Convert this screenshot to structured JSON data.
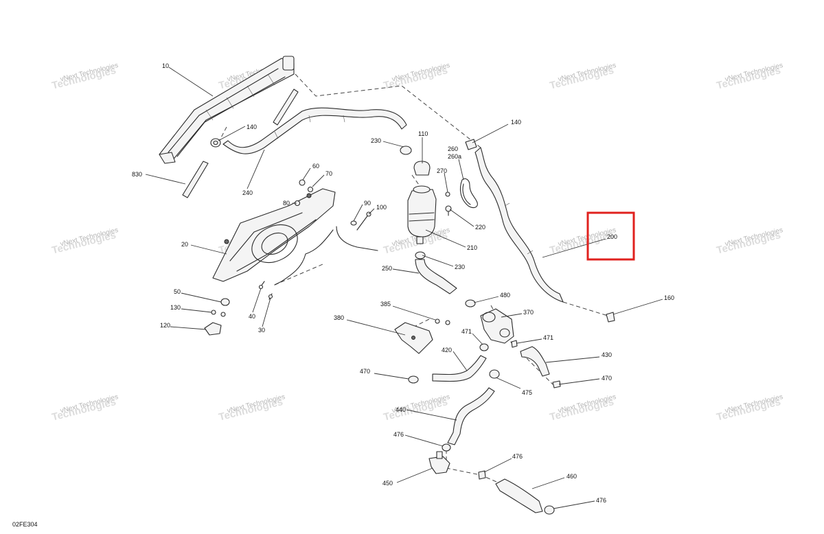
{
  "document_code": "02FE304",
  "watermark": {
    "line1": "vNext Technologies",
    "line2": "Technologies"
  },
  "callouts": [
    {
      "id": "c10",
      "label": "10"
    },
    {
      "id": "c140a",
      "label": "140"
    },
    {
      "id": "c140b",
      "label": "140"
    },
    {
      "id": "c830",
      "label": "830"
    },
    {
      "id": "c240",
      "label": "240"
    },
    {
      "id": "c230a",
      "label": "230"
    },
    {
      "id": "c110",
      "label": "110"
    },
    {
      "id": "c260",
      "label": "260"
    },
    {
      "id": "c260a",
      "label": "260a"
    },
    {
      "id": "c270",
      "label": "270"
    },
    {
      "id": "c60",
      "label": "60"
    },
    {
      "id": "c70",
      "label": "70"
    },
    {
      "id": "c80",
      "label": "80"
    },
    {
      "id": "c90",
      "label": "90"
    },
    {
      "id": "c100",
      "label": "100"
    },
    {
      "id": "c220",
      "label": "220"
    },
    {
      "id": "c200",
      "label": "200"
    },
    {
      "id": "c20",
      "label": "20"
    },
    {
      "id": "c210",
      "label": "210"
    },
    {
      "id": "c230b",
      "label": "230"
    },
    {
      "id": "c250",
      "label": "250"
    },
    {
      "id": "c50",
      "label": "50"
    },
    {
      "id": "c130",
      "label": "130"
    },
    {
      "id": "c120",
      "label": "120"
    },
    {
      "id": "c40",
      "label": "40"
    },
    {
      "id": "c30",
      "label": "30"
    },
    {
      "id": "c385",
      "label": "385"
    },
    {
      "id": "c380",
      "label": "380"
    },
    {
      "id": "c480",
      "label": "480"
    },
    {
      "id": "c370",
      "label": "370"
    },
    {
      "id": "c160",
      "label": "160"
    },
    {
      "id": "c471a",
      "label": "471"
    },
    {
      "id": "c471b",
      "label": "471"
    },
    {
      "id": "c420",
      "label": "420"
    },
    {
      "id": "c430",
      "label": "430"
    },
    {
      "id": "c470a",
      "label": "470"
    },
    {
      "id": "c470b",
      "label": "470"
    },
    {
      "id": "c475",
      "label": "475"
    },
    {
      "id": "c440",
      "label": "440"
    },
    {
      "id": "c476a",
      "label": "476"
    },
    {
      "id": "c476b",
      "label": "476"
    },
    {
      "id": "c476c",
      "label": "476"
    },
    {
      "id": "c450",
      "label": "450"
    },
    {
      "id": "c460",
      "label": "460"
    }
  ],
  "highlight": {
    "part": "200",
    "color": "#e0211e"
  }
}
